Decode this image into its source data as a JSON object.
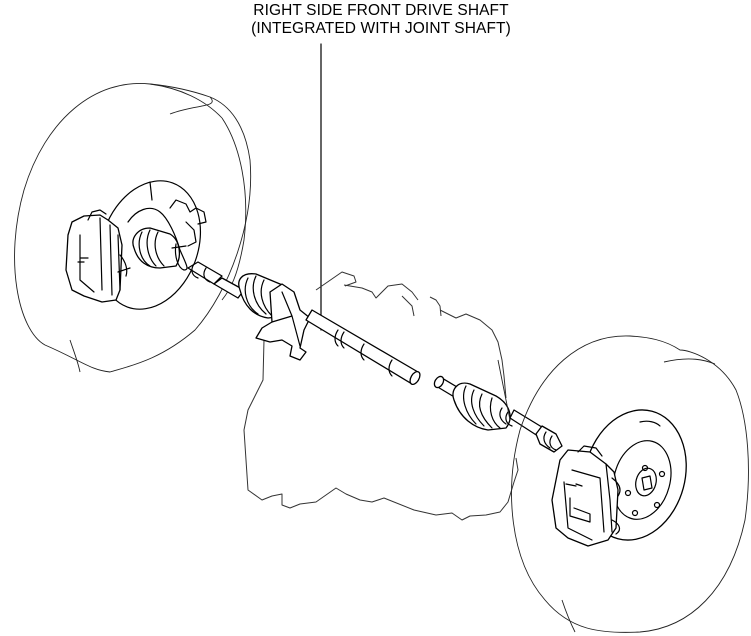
{
  "diagram": {
    "callout": {
      "line1": "RIGHT SIDE FRONT DRIVE SHAFT",
      "line2": "(INTEGRATED WITH JOINT SHAFT)"
    },
    "components": [
      "left-wheel-tire",
      "left-brake-caliper",
      "left-brake-disc",
      "left-outer-cv-joint",
      "intermediate-joint-shaft",
      "joint-shaft-bracket",
      "engine-transaxle-outline",
      "right-drive-shaft-inner-joint",
      "right-outer-cv-joint",
      "right-brake-caliper",
      "right-brake-disc-hub",
      "right-wheel-tire"
    ],
    "colors": {
      "line": "#000000",
      "background": "#ffffff"
    }
  }
}
